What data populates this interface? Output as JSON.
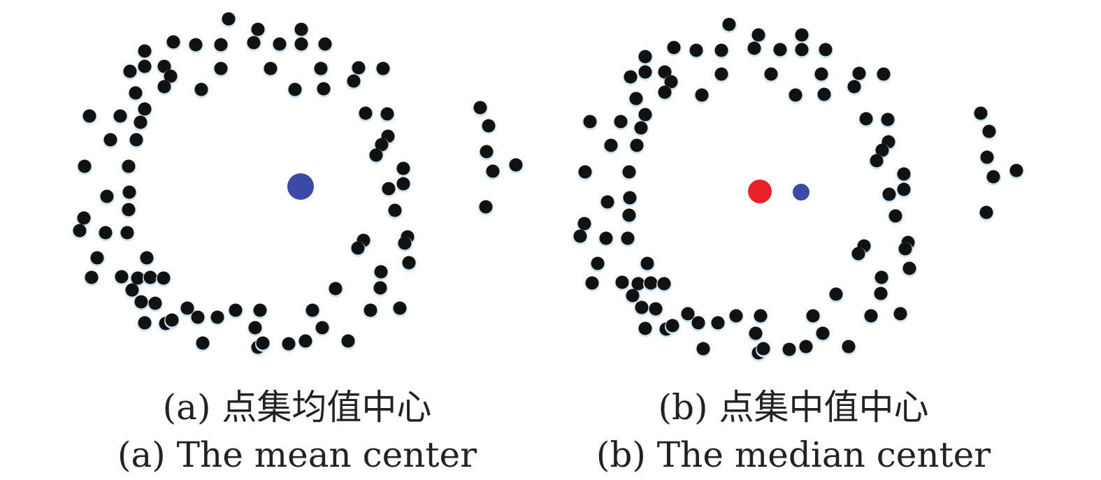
{
  "panels": [
    {
      "id": "a",
      "caption_zh": "(a) 点集均值中心",
      "caption_en": "(a) The mean center",
      "centers": [
        {
          "name": "mean-center",
          "color": "#3a4aa6"
        }
      ]
    },
    {
      "id": "b",
      "caption_zh": "(b) 点集中值中心",
      "caption_en": "(b) The median center",
      "centers": [
        {
          "name": "median-center",
          "color": "#e8202a"
        },
        {
          "name": "mean-center",
          "color": "#3a4aa6"
        }
      ]
    }
  ],
  "colors": {
    "point": "#111111",
    "point_halo": "#cfe4f2"
  }
}
